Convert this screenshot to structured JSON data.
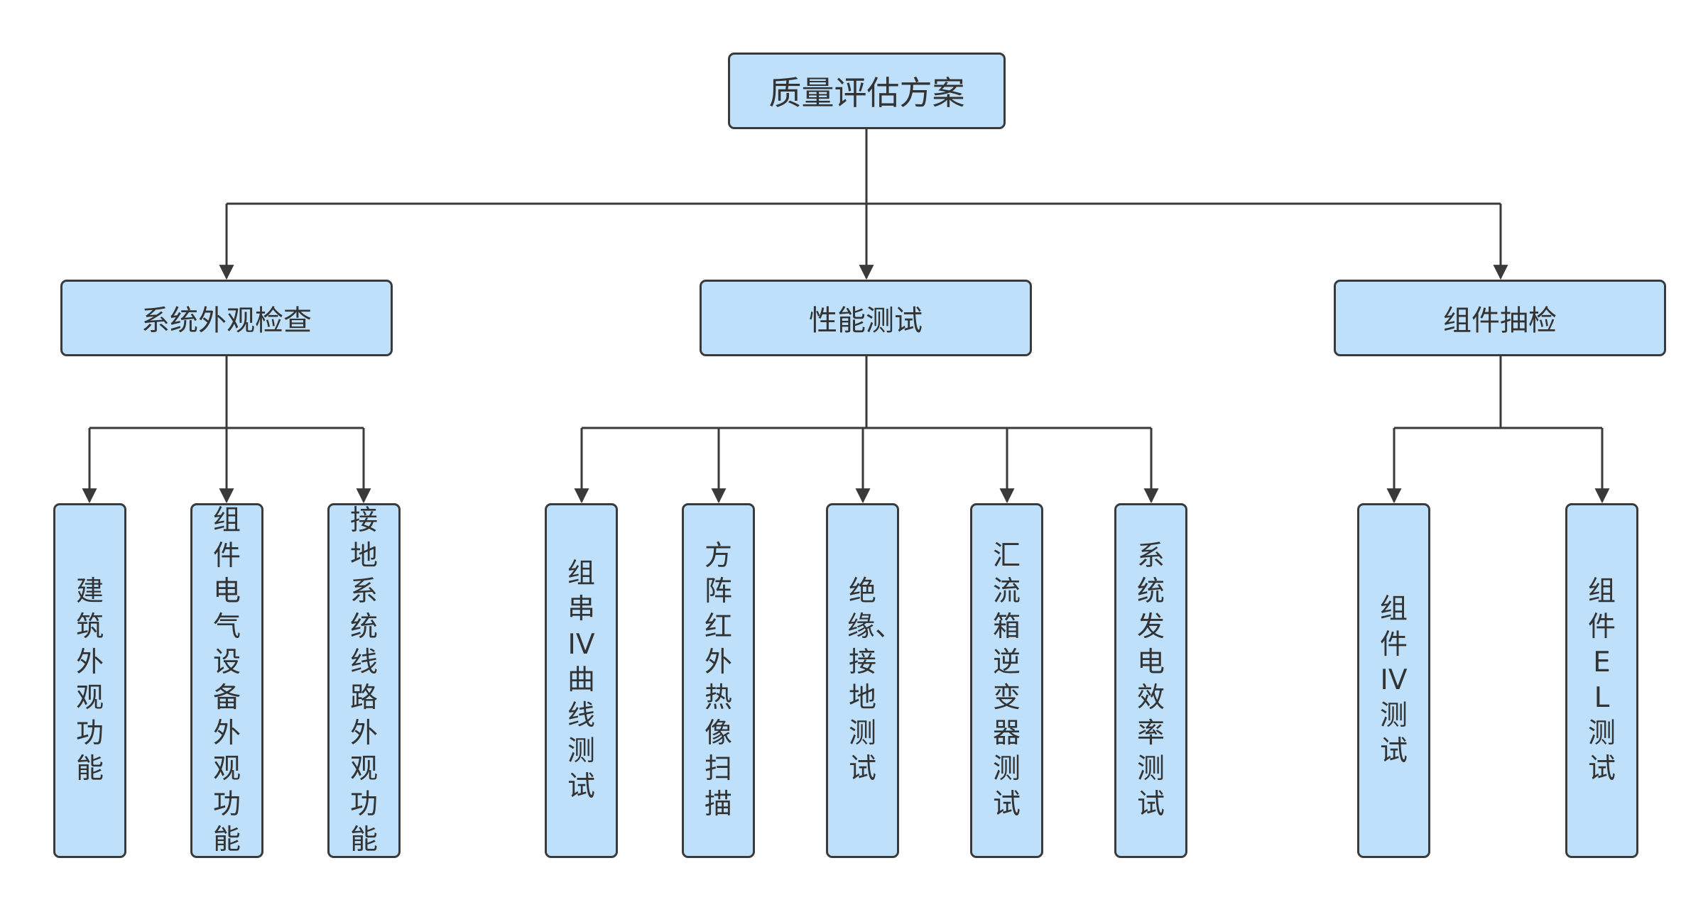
{
  "root": {
    "label": "质量评估方案"
  },
  "branches": [
    {
      "label": "系统外观检查",
      "children": [
        "建筑外观功能",
        "组件电气设备外观功能",
        "接地系统线路外观功能"
      ]
    },
    {
      "label": "性能测试",
      "children": [
        "组串IV曲线测试",
        "方阵红外热像扫描",
        "绝缘、接地测试",
        "汇流箱逆变器测试",
        "系统发电效率测试"
      ]
    },
    {
      "label": "组件抽检",
      "children": [
        "组件IV测试",
        "组件EL测试"
      ]
    }
  ],
  "colors": {
    "box_fill": "#bfe0fa",
    "border": "#3a3a3a",
    "connector": "#3a3a3a",
    "text": "#333333"
  }
}
